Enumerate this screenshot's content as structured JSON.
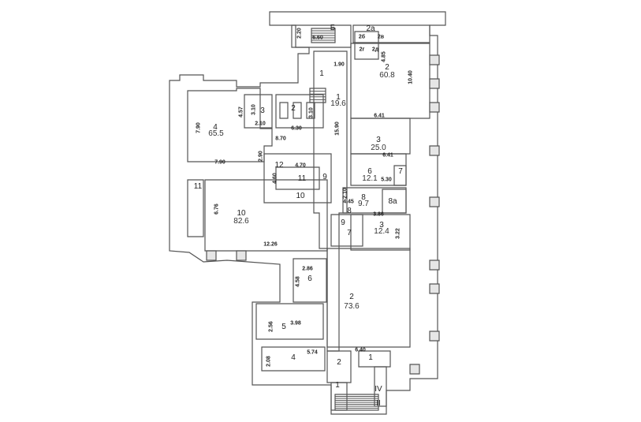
{
  "plan": {
    "wall_color": "#555555",
    "labels": [
      {
        "text": "2.20",
        "kind": "dim"
      },
      {
        "text": "6.60",
        "kind": "dim"
      },
      {
        "text": "Б",
        "kind": "num"
      },
      {
        "text": "2а",
        "kind": "num"
      },
      {
        "text": "2б",
        "kind": "dim"
      },
      {
        "text": "2в",
        "kind": "dim"
      },
      {
        "text": "2г",
        "kind": "dim"
      },
      {
        "text": "2д",
        "kind": "dim"
      },
      {
        "text": "4.85",
        "kind": "dim"
      },
      {
        "text": "2",
        "kind": "num"
      },
      {
        "text": "60.8",
        "kind": "area"
      },
      {
        "text": "10.40",
        "kind": "dim"
      },
      {
        "text": "6.41",
        "kind": "dim"
      },
      {
        "text": "3",
        "kind": "num"
      },
      {
        "text": "25.0",
        "kind": "area"
      },
      {
        "text": "6.41",
        "kind": "dim"
      },
      {
        "text": "6",
        "kind": "num"
      },
      {
        "text": "12.1",
        "kind": "area"
      },
      {
        "text": "5.30",
        "kind": "dim"
      },
      {
        "text": "7",
        "kind": "num"
      },
      {
        "text": "2.10",
        "kind": "dim"
      },
      {
        "text": "4.45",
        "kind": "dim"
      },
      {
        "text": "8",
        "kind": "num"
      },
      {
        "text": "9.7",
        "kind": "area"
      },
      {
        "text": "8а",
        "kind": "num"
      },
      {
        "text": "8",
        "kind": "num"
      },
      {
        "text": "9",
        "kind": "num"
      },
      {
        "text": "7",
        "kind": "num"
      },
      {
        "text": "3.86",
        "kind": "dim"
      },
      {
        "text": "3",
        "kind": "num"
      },
      {
        "text": "12.4",
        "kind": "area"
      },
      {
        "text": "3.22",
        "kind": "dim"
      },
      {
        "text": "1.90",
        "kind": "dim"
      },
      {
        "text": "1",
        "kind": "num"
      },
      {
        "text": "1",
        "kind": "num"
      },
      {
        "text": "19.6",
        "kind": "area"
      },
      {
        "text": "15.90",
        "kind": "dim"
      },
      {
        "text": "4.57",
        "kind": "dim"
      },
      {
        "text": "3.10",
        "kind": "dim"
      },
      {
        "text": "3",
        "kind": "num"
      },
      {
        "text": "2.10",
        "kind": "dim"
      },
      {
        "text": "2",
        "kind": "num"
      },
      {
        "text": "6.30",
        "kind": "dim"
      },
      {
        "text": "3.10",
        "kind": "dim"
      },
      {
        "text": "7.90",
        "kind": "dim"
      },
      {
        "text": "4",
        "kind": "num"
      },
      {
        "text": "65.5",
        "kind": "area"
      },
      {
        "text": "8.70",
        "kind": "dim"
      },
      {
        "text": "7.90",
        "kind": "dim"
      },
      {
        "text": "2.90",
        "kind": "dim"
      },
      {
        "text": "12",
        "kind": "num"
      },
      {
        "text": "4.70",
        "kind": "dim"
      },
      {
        "text": "4.60",
        "kind": "dim"
      },
      {
        "text": "11",
        "kind": "num"
      },
      {
        "text": "9",
        "kind": "num"
      },
      {
        "text": "10",
        "kind": "num"
      },
      {
        "text": "11",
        "kind": "num"
      },
      {
        "text": "6.76",
        "kind": "dim"
      },
      {
        "text": "10",
        "kind": "num"
      },
      {
        "text": "82.6",
        "kind": "area"
      },
      {
        "text": "12.26",
        "kind": "dim"
      },
      {
        "text": "2.86",
        "kind": "dim"
      },
      {
        "text": "4.58",
        "kind": "dim"
      },
      {
        "text": "6",
        "kind": "num"
      },
      {
        "text": "2",
        "kind": "num"
      },
      {
        "text": "73.6",
        "kind": "area"
      },
      {
        "text": "2.56",
        "kind": "dim"
      },
      {
        "text": "3.98",
        "kind": "dim"
      },
      {
        "text": "5",
        "kind": "num"
      },
      {
        "text": "2.08",
        "kind": "dim"
      },
      {
        "text": "4",
        "kind": "num"
      },
      {
        "text": "5.74",
        "kind": "dim"
      },
      {
        "text": "6.40",
        "kind": "dim"
      },
      {
        "text": "2",
        "kind": "num"
      },
      {
        "text": "1",
        "kind": "num"
      },
      {
        "text": "1",
        "kind": "num"
      },
      {
        "text": "IV",
        "kind": "num"
      },
      {
        "text": "II",
        "kind": "num"
      }
    ]
  }
}
